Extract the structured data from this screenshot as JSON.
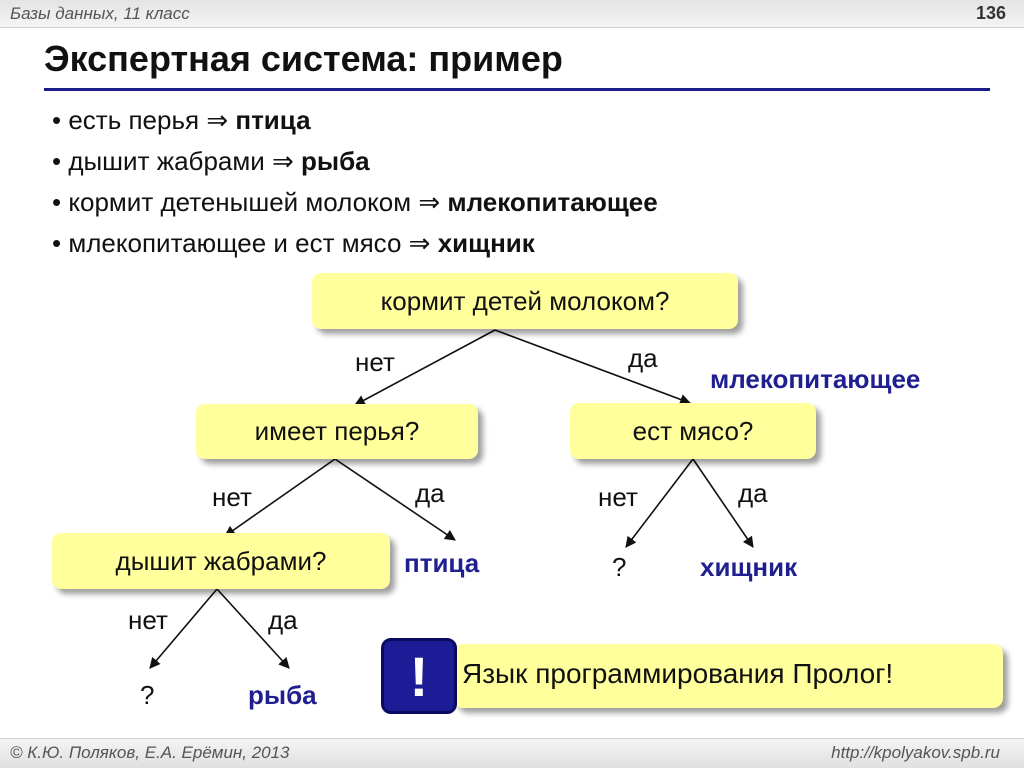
{
  "header": {
    "course": "Базы данных, 11 класс",
    "page_number": "136"
  },
  "title": "Экспертная система: пример",
  "rules": [
    {
      "bullet": "• ",
      "condition": "есть перья",
      "conclusion": "птица"
    },
    {
      "bullet": "• ",
      "condition": "дышит жабрами",
      "conclusion": "рыба"
    },
    {
      "bullet": "• ",
      "condition": "кормит детенышей молоком",
      "conclusion": "млекопитающее"
    },
    {
      "bullet": "• ",
      "condition": "млекопитающее и ест мясо",
      "conclusion": "хищник"
    }
  ],
  "implies_symbol": "⇒",
  "tree": {
    "q_root": "кормит детей молоком?",
    "q_feathers": "имеет перья?",
    "q_meat": "ест мясо?",
    "q_gills": "дышит жабрами?",
    "no": "нет",
    "yes": "да",
    "unknown": "?",
    "mammal": "млекопитающее",
    "bird": "птица",
    "predator": "хищник",
    "fish": "рыба"
  },
  "note": {
    "icon": "!",
    "text": "Язык программирования Пролог!"
  },
  "footer": {
    "copyright": "© К.Ю. Поляков, Е.А. Ерёмин, 2013",
    "url": "http://kpolyakov.spb.ru"
  },
  "colors": {
    "accent": "#1f1f8f",
    "question_box": "#ffff9c",
    "title_rule": "#1b1b8a"
  }
}
